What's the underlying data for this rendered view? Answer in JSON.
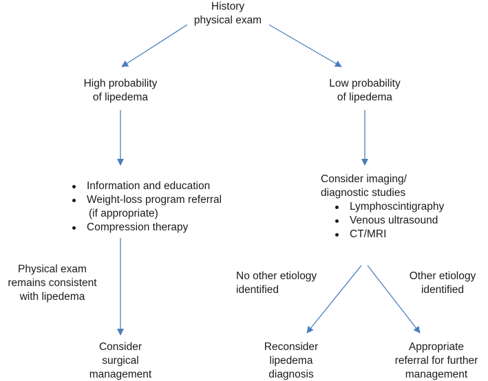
{
  "root": {
    "lines": [
      "History",
      "physical exam"
    ]
  },
  "high": {
    "lines": [
      "High probability",
      "of lipedema"
    ]
  },
  "low": {
    "lines": [
      "Low probability",
      "of lipedema"
    ]
  },
  "high_actions": {
    "items": [
      {
        "lines": [
          "Information and education"
        ]
      },
      {
        "lines": [
          "Weight-loss program referral",
          "(if appropriate)"
        ]
      },
      {
        "lines": [
          "Compression therapy"
        ]
      }
    ]
  },
  "imaging": {
    "lead": [
      "Consider imaging/",
      "diagnostic studies"
    ],
    "items": [
      "Lymphoscintigraphy",
      "Venous ultrasound",
      "CT/MRI"
    ]
  },
  "exam_label": {
    "lines": [
      "Physical exam",
      "remains consistent",
      "with lipedema"
    ]
  },
  "no_other_label": {
    "lines": [
      "No other etiology",
      "identified"
    ]
  },
  "other_label": {
    "lines": [
      "Other etiology",
      "identified"
    ]
  },
  "surgical": {
    "lines": [
      "Consider",
      "surgical",
      "management"
    ]
  },
  "reconsider": {
    "lines": [
      "Reconsider",
      "lipedema",
      "diagnosis"
    ]
  },
  "referral": {
    "lines": [
      "Appropriate",
      "referral for further",
      "management"
    ]
  },
  "colors": {
    "arrow": "#4a7ebb",
    "text": "#1a1a1a"
  }
}
